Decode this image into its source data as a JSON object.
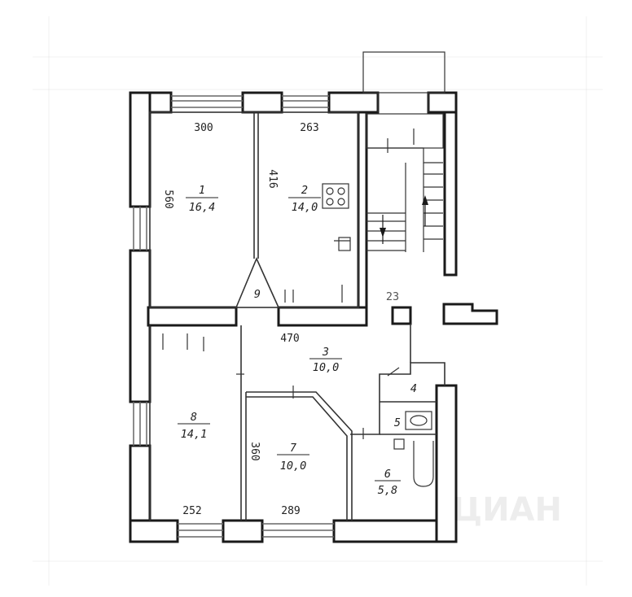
{
  "rooms": [
    {
      "number": "1",
      "area": "16,4"
    },
    {
      "number": "2",
      "area": "14,0"
    },
    {
      "number": "3",
      "area": "10,0"
    },
    {
      "number": "4",
      "area": ""
    },
    {
      "number": "5",
      "area": ""
    },
    {
      "number": "6",
      "area": "5,8"
    },
    {
      "number": "7",
      "area": "10,0"
    },
    {
      "number": "8",
      "area": "14,1"
    },
    {
      "number": "9",
      "area": ""
    },
    {
      "number": "23",
      "area": ""
    }
  ],
  "dimensions": {
    "room1_width": "300",
    "room1_height": "560",
    "room2_width": "263",
    "room2_height": "416",
    "room3_width": "470",
    "room7_height": "360",
    "room8_width": "252",
    "room7_width": "289"
  },
  "watermark": "ЦИАН",
  "colors": {
    "wall": "#1a1a1a",
    "line": "#333333",
    "window": "#666666"
  }
}
